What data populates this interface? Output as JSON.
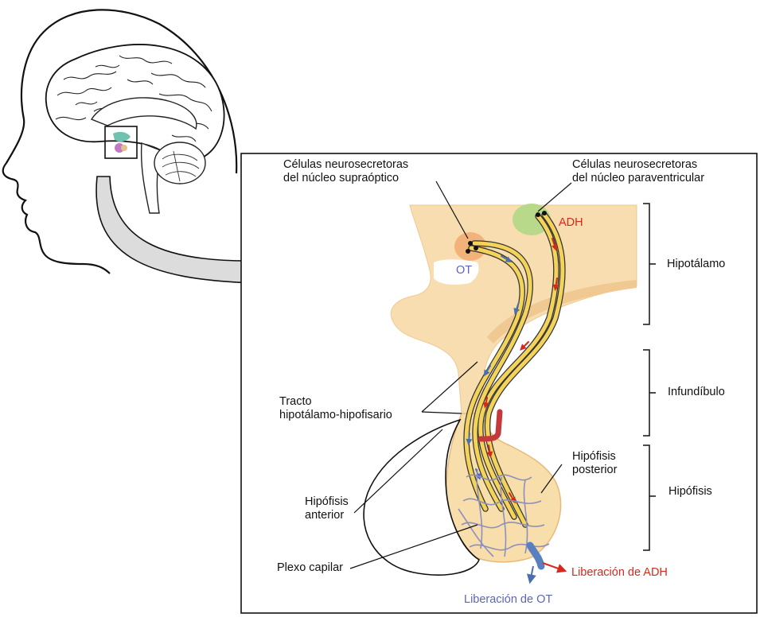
{
  "labels": {
    "supraoptic_line1": "Células neurosecretoras",
    "supraoptic_line2": "del núcleo supraóptico",
    "paraventricular_line1": "Células neurosecretoras",
    "paraventricular_line2": "del núcleo paraventricular",
    "adh": "ADH",
    "ot": "OT",
    "hypothalamus": "Hipotálamo",
    "infundibulum": "Infundíbulo",
    "pituitary": "Hipófisis",
    "tract_line1": "Tracto",
    "tract_line2": "hipotálamo-hipofisario",
    "posterior_line1": "Hipófisis",
    "posterior_line2": "posterior",
    "anterior_line1": "Hipófisis",
    "anterior_line2": "anterior",
    "capillary_plexus": "Plexo capilar",
    "adh_release": "Liberación de ADH",
    "ot_release": "Liberación de OT"
  },
  "colors": {
    "adh": "#d42a1e",
    "ot": "#5a67b8",
    "tissue": "#f7ddb0",
    "tissue_dark": "#f0c891",
    "axon": "#f3d35a",
    "supraoptic_nucleus": "#f2b27a",
    "paraventricular_nucleus": "#b9d98a",
    "capillary": "#8c8fbf"
  }
}
